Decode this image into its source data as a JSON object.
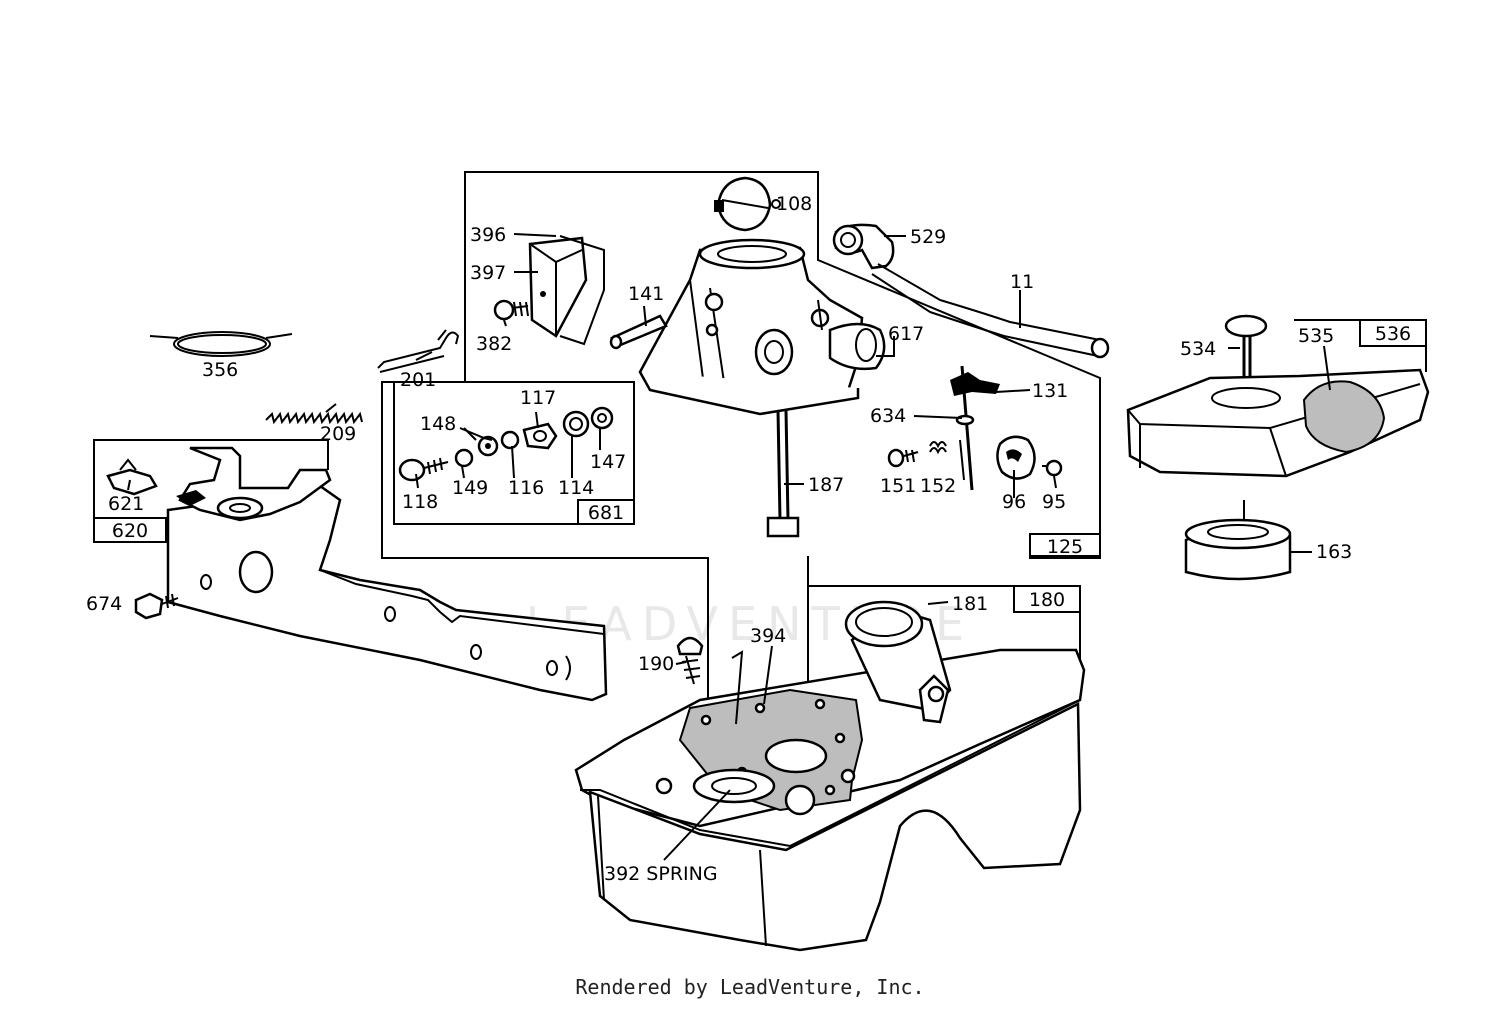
{
  "footer": {
    "text": "Rendered by LeadVenture, Inc."
  },
  "watermark": {
    "text": "LEADVENTURE"
  },
  "boxes": {
    "b125": "125",
    "b180": "180",
    "b536": "536",
    "b620": "620",
    "b681": "681"
  },
  "parts": {
    "p108": "108",
    "p396": "396",
    "p397": "397",
    "p382": "382",
    "p141": "141",
    "p529": "529",
    "p11": "11",
    "p617": "617",
    "p131": "131",
    "p634": "634",
    "p187": "187",
    "p151": "151",
    "p152": "152",
    "p96": "96",
    "p95": "95",
    "p356": "356",
    "p201": "201",
    "p209": "209",
    "p621": "621",
    "p674": "674",
    "p117": "117",
    "p148": "148",
    "p147": "147",
    "p118": "118",
    "p149": "149",
    "p116": "116",
    "p114": "114",
    "p534": "534",
    "p535": "535",
    "p163": "163",
    "p181": "181",
    "p394": "394",
    "p190": "190",
    "p392": "392 SPRING"
  }
}
